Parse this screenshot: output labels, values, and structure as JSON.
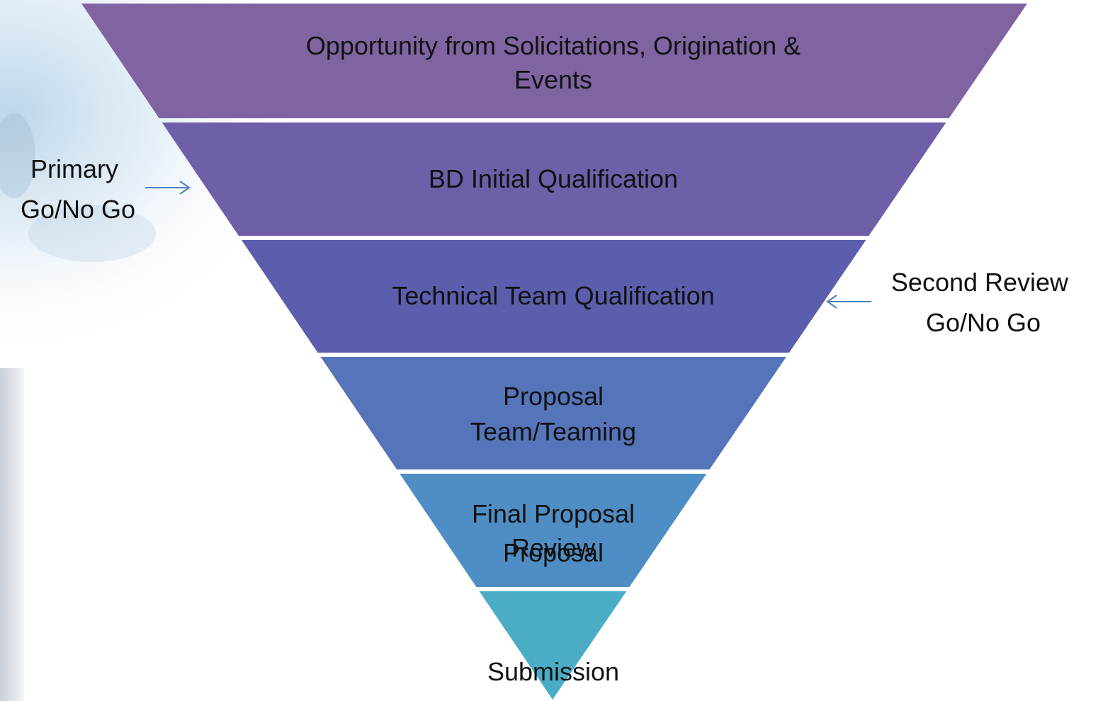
{
  "funnel": {
    "stages": [
      {
        "lines": [
          "Opportunity from Solicitations, Origination &",
          "Events"
        ],
        "color": "#8064a2"
      },
      {
        "lines": [
          "BD Initial Qualification"
        ],
        "color": "#6e5fa8"
      },
      {
        "lines": [
          "Technical Team Qualification"
        ],
        "color": "#5a5ead"
      },
      {
        "lines": [
          "Proposal",
          "Team/Teaming"
        ],
        "color": "#5574ba"
      },
      {
        "lines": [
          "Final Proposal",
          "Review"
        ],
        "color": "#4f8ec4"
      },
      {
        "lines": [
          "Proposal",
          "Submission"
        ],
        "color": "#4bacc6"
      }
    ]
  },
  "annotations": {
    "primary": {
      "lines": [
        "Primary",
        "Go/No Go"
      ],
      "arrow_color": "#4f81bd"
    },
    "second_review": {
      "lines": [
        "Second Review",
        "Go/No Go"
      ],
      "arrow_color": "#4f81bd"
    }
  }
}
